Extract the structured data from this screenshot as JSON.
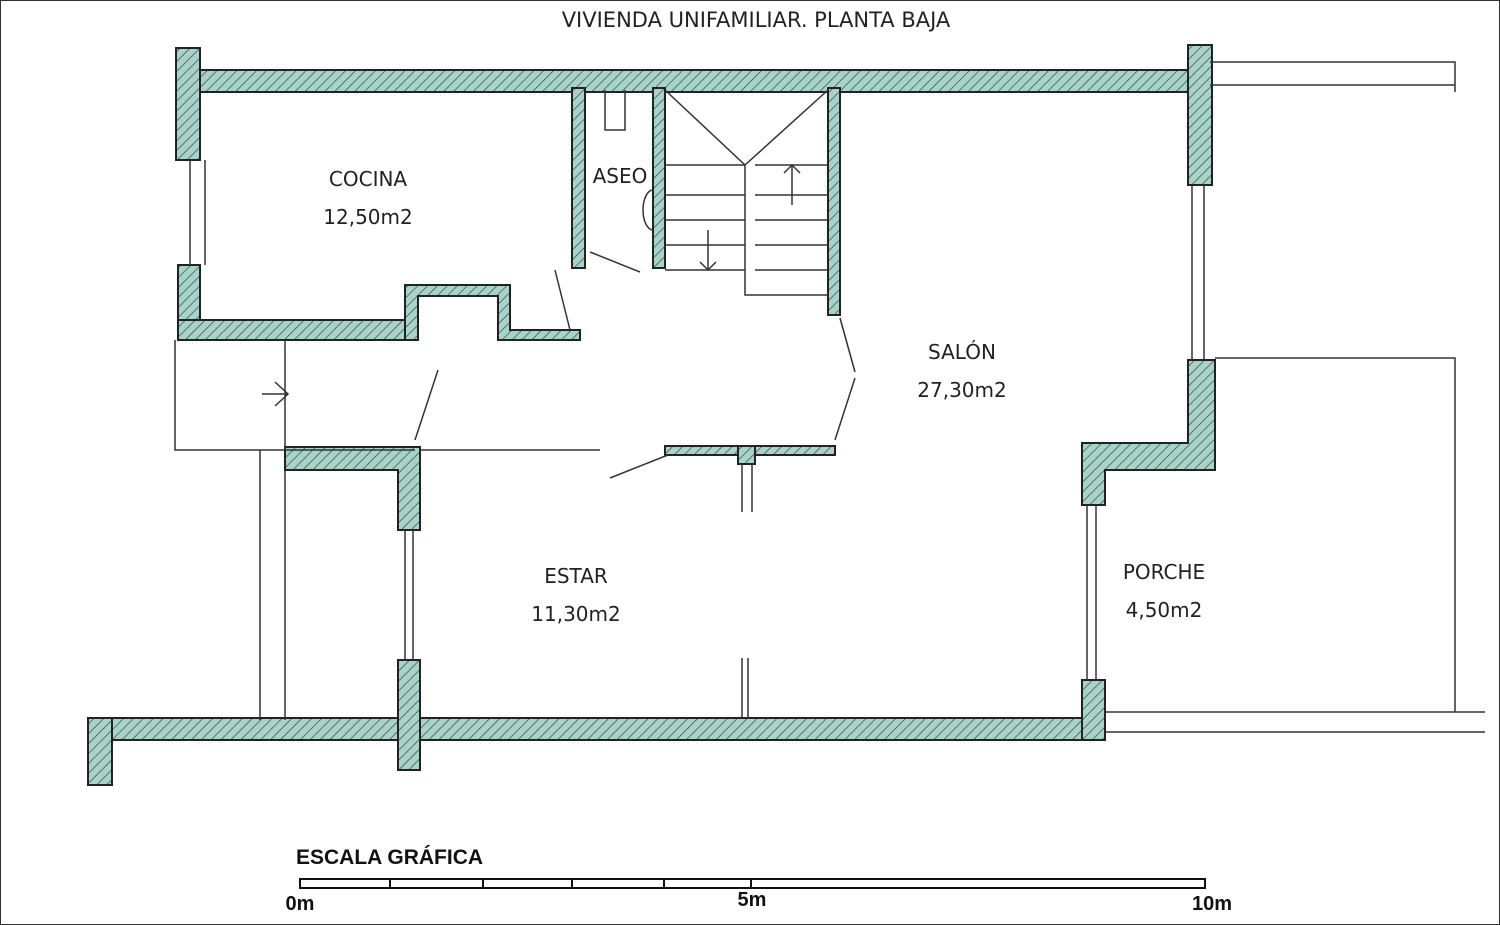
{
  "title": "VIVIENDA UNIFAMILIAR. PLANTA BAJA",
  "rooms": [
    {
      "name": "COCINA",
      "area": "12,50m2"
    },
    {
      "name": "ASEO"
    },
    {
      "name": "SALÓN",
      "area": "27,30m2"
    },
    {
      "name": "ESTAR",
      "area": "11,30m2"
    },
    {
      "name": "PORCHE",
      "area": "4,50m2"
    }
  ],
  "scale": {
    "title": "ESCALA GRÁFICA",
    "labels": [
      "0m",
      "5m",
      "10m"
    ],
    "max_m": 10,
    "subdivisions_to_5m": 5
  },
  "colors": {
    "wall_fill": "#a9d2c8",
    "line": "#2a2a2a"
  }
}
